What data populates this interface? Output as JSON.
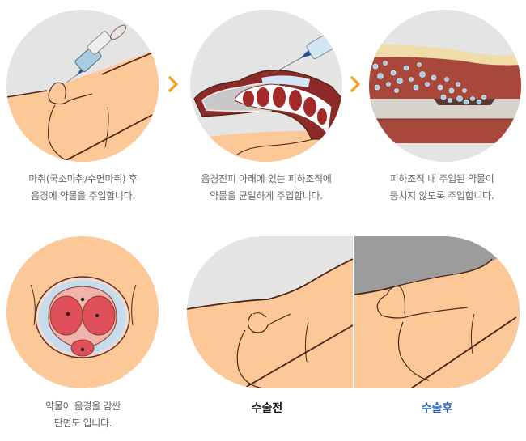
{
  "steps": [
    {
      "caption_line1": "마취(국소마취/수면마취) 후",
      "caption_line2": "음경에 약물을 주입합니다.",
      "illustration": "syringe-injection"
    },
    {
      "caption_line1": "음경진피 아래에 있는 피하조직에",
      "caption_line2": "약물을 균일하게 주입합니다.",
      "illustration": "cross-section-injection"
    },
    {
      "caption_line1": "피하조직 내 주입된 약물이",
      "caption_line2": "뭉치지 않도록 주입합니다.",
      "illustration": "tissue-particles"
    },
    {
      "caption_line1": "약물이 음경을 감싼",
      "caption_line2": "단면도 입니다.",
      "illustration": "transverse-cross-section"
    }
  ],
  "comparison": {
    "before_label": "수술전",
    "after_label": "수술후"
  },
  "arrows": {
    "icon": "chevron-right-icon",
    "color": "#f0a020"
  },
  "colors": {
    "skin": "#fcc898",
    "background_light": "#e4e4e4",
    "background_dark": "#9c9c9c",
    "outline": "#4a2414",
    "tissue_red": "#a43a2c",
    "caption_text": "#666666",
    "after_label": "#2a66b0"
  }
}
